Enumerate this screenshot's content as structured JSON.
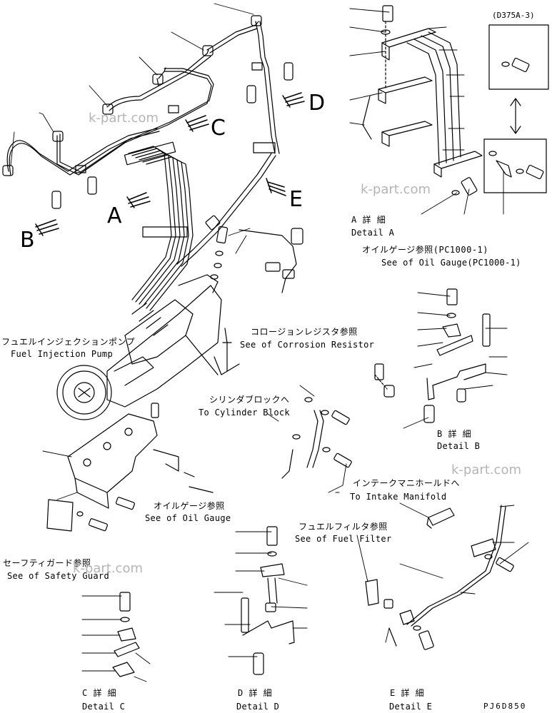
{
  "section_letters": {
    "a": "A",
    "b": "B",
    "c": "C",
    "d": "D",
    "e": "E"
  },
  "model_ref": "(D375A-3)",
  "drawing_code": "PJ6D850",
  "watermark": "k-part.com",
  "labels": {
    "detail_a_jp": "A 詳 細",
    "detail_a_en": "Detail A",
    "oil_gauge_pc_jp": "オイルゲージ参照(PC1000-1)",
    "oil_gauge_pc_en": "See of Oil Gauge(PC1000-1)",
    "fuel_pump_jp": "フュエルインジェクションポンプ",
    "fuel_pump_en": "Fuel Injection Pump",
    "corrosion_jp": "コロージョンレジスタ参照",
    "corrosion_en": "See of Corrosion Resistor",
    "detail_b_jp": "B 詳 細",
    "detail_b_en": "Detail B",
    "cyl_block_jp": "シリンダブロックへ",
    "cyl_block_en": "To Cylinder Block",
    "intake_jp": "インテークマニホールドへ",
    "intake_en": "To Intake Manifold",
    "oil_gauge_jp": "オイルゲージ参照",
    "oil_gauge_en": "See of Oil Gauge",
    "fuel_filter_jp": "フュエルフィルタ参照",
    "fuel_filter_en": "See of Fuel Filter",
    "safety_jp": "セーフティガード参照",
    "safety_en": "See of Safety Guard",
    "detail_c_jp": "C 詳 細",
    "detail_c_en": "Detail C",
    "detail_d_jp": "D 詳 細",
    "detail_d_en": "Detail D",
    "detail_e_jp": "E 詳 細",
    "detail_e_en": "Detail E"
  }
}
